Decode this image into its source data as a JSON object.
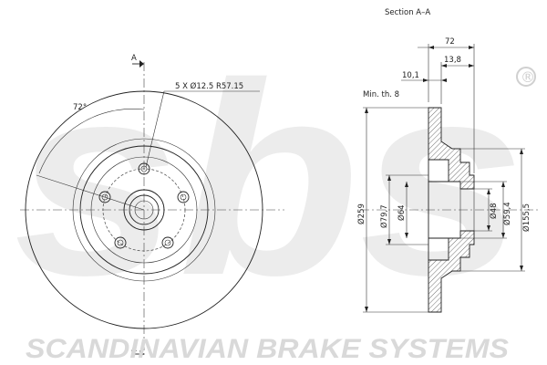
{
  "watermark_logo": "sbs",
  "registered_mark": "®",
  "brand_text": "SCANDINAVIAN BRAKE SYSTEMS",
  "section_title": "Section A–A",
  "section_marker": "A",
  "front_view": {
    "angle_label": "72°",
    "bolt_callout": "5 X Ø12.5 R57.15"
  },
  "section_view": {
    "min_thickness": "Min. th. 8",
    "dims": {
      "overall_width": "72",
      "hat_depth": "13,8",
      "disc_thickness": "10,1",
      "d_outer": "Ø259",
      "d_hat": "Ø79,7",
      "d_bore": "Ø64",
      "d_hub": "Ø48",
      "d_centering": "Ø59,4",
      "d_pcd": "Ø155,5"
    }
  }
}
